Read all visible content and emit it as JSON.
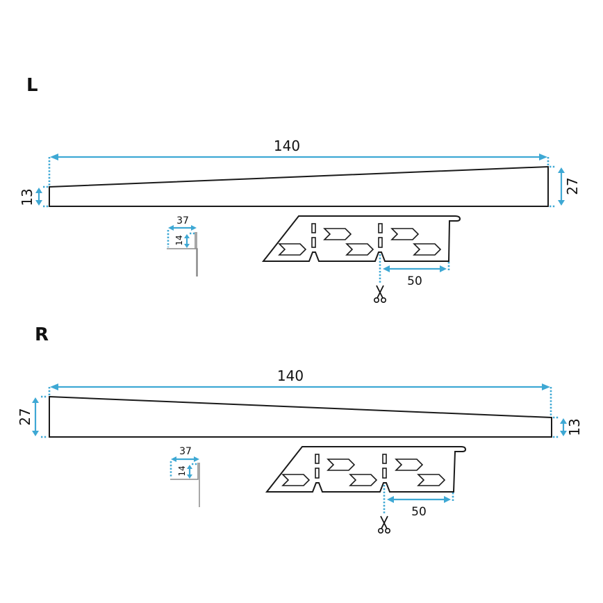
{
  "diagram": {
    "colors": {
      "dimension": "#3ea8d4",
      "outline": "#1a1a1a",
      "bracket": "#8a8a8a"
    },
    "sections": [
      {
        "side_label": "L",
        "length": "140",
        "left_height": "13",
        "right_height": "27",
        "bracket_width": "37",
        "bracket_height": "14",
        "segment_length": "50",
        "cut_icon": "scissors-icon"
      },
      {
        "side_label": "R",
        "length": "140",
        "left_height": "27",
        "right_height": "13",
        "bracket_width": "37",
        "bracket_height": "14",
        "segment_length": "50",
        "cut_icon": "scissors-icon"
      }
    ]
  }
}
